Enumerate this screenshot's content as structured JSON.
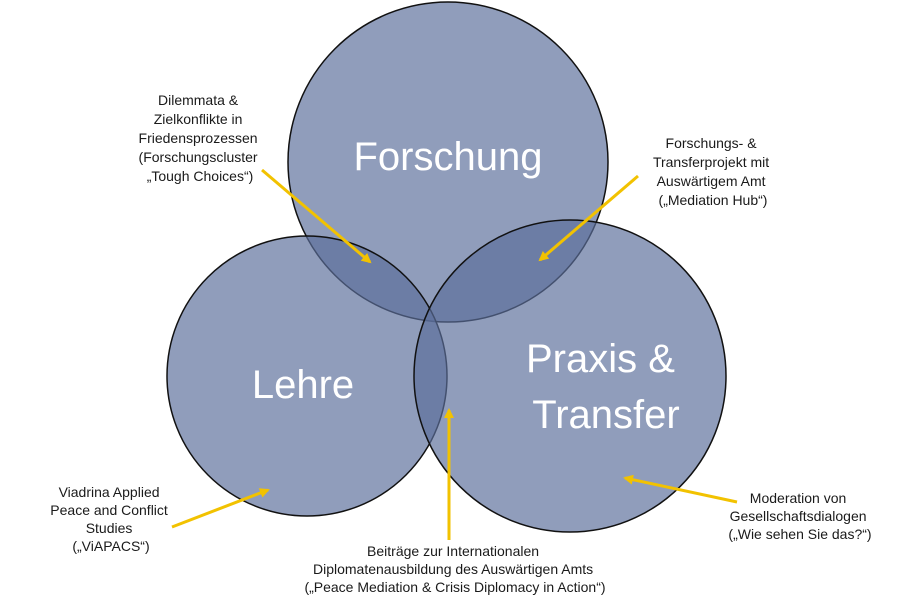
{
  "circles": {
    "forschung": {
      "label": [
        "Forschung"
      ]
    },
    "lehre": {
      "label": [
        "Lehre"
      ]
    },
    "praxis": {
      "label": [
        "Praxis &",
        "Transfer"
      ]
    }
  },
  "annotations": {
    "top_left": [
      "Dilemmata &",
      "Zielkonflikte in",
      "Friedensprozessen",
      "(Forschungscluster",
      "„Tough Choices“)"
    ],
    "top_right": [
      "Forschungs- &",
      "Transferprojekt mit",
      "Auswärtigem Amt",
      "(„Mediation Hub“)"
    ],
    "bottom_left": [
      "Viadrina Applied",
      "Peace and Conflict",
      "Studies",
      "(„ViAPACS“)"
    ],
    "bottom_center": [
      "Beiträge zur Internationalen",
      "Diplomatenausbildung des Auswärtigen Amts",
      "(„Peace Mediation & Crisis Diplomacy in Action“)"
    ],
    "bottom_right": [
      "Moderation von",
      "Gesellschaftsdialogen",
      "(„Wie sehen Sie das?“)"
    ]
  },
  "colors": {
    "circle_fill": "#5c6e9b",
    "circle_stroke": "#111111",
    "label_text": "#ffffff",
    "arrow": "#f2c200",
    "annotation_text": "#1a1a1a"
  }
}
